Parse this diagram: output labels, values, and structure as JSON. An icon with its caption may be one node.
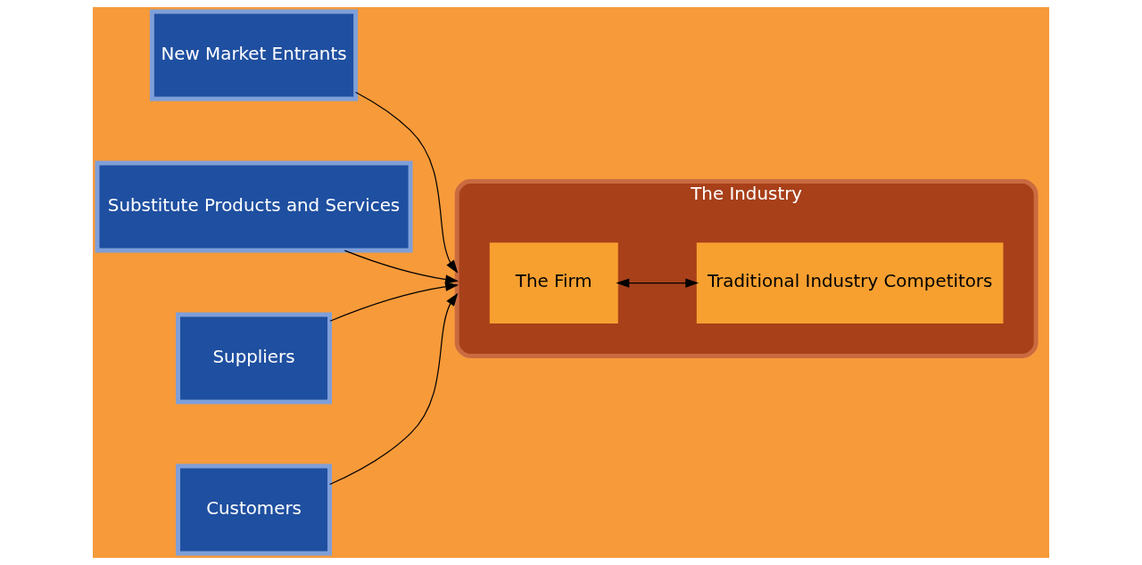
{
  "diagram": {
    "nodes": [
      {
        "text": [
          "New Market Entrants"
        ]
      },
      {
        "text": [
          "Substitute Products and Services"
        ]
      },
      {
        "text": [
          "The Industry"
        ]
      },
      {
        "text": [
          "The Firm"
        ],
        "in": 2
      },
      {
        "text": [
          "Traditional Industry Competitors"
        ],
        "in": 2
      },
      {
        "text": [
          "Suppliers"
        ]
      },
      {
        "text": [
          "Customers"
        ]
      }
    ],
    "edges": [
      {
        "from": 0,
        "to": 2,
        "arrow": "to"
      },
      {
        "from": 1,
        "to": 2,
        "arrow": "to"
      },
      {
        "from": 3,
        "to": 4,
        "arrow": "both"
      },
      {
        "from": 5,
        "to": 2,
        "arrow": "to"
      },
      {
        "from": 6,
        "to": 2,
        "arrow": "to"
      }
    ]
  }
}
